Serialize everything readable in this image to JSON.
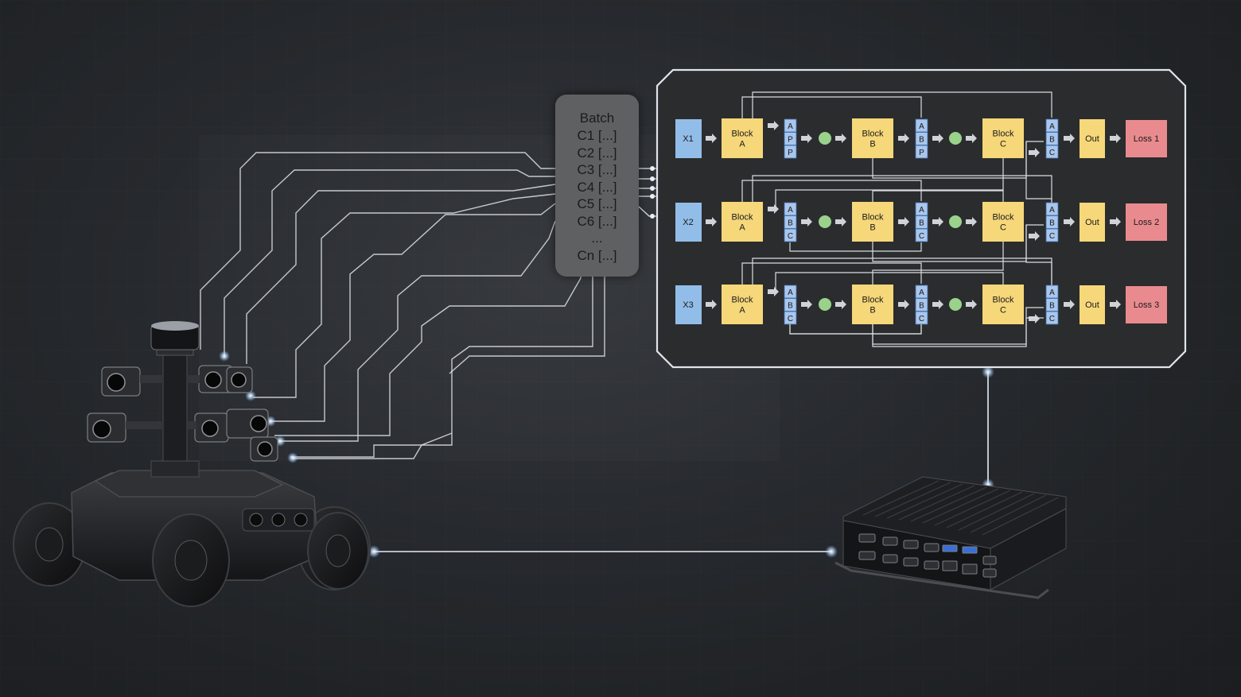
{
  "batch": {
    "title": "Batch",
    "rows": [
      "C1 [...]",
      "C2 [...]",
      "C3 [...]",
      "C4 [...]",
      "C5 [...]",
      "C6 [...]",
      "...",
      "Cn [...]"
    ]
  },
  "network": {
    "rows": [
      {
        "input": "X1",
        "blocks": [
          "Block\nA",
          "Block\nB",
          "Block\nC"
        ],
        "concat1": [
          "A",
          "P",
          "P"
        ],
        "concat2": [
          "A",
          "B",
          "P"
        ],
        "concat3": [
          "A",
          "B",
          "C"
        ],
        "out": "Out",
        "loss": "Loss 1"
      },
      {
        "input": "X2",
        "blocks": [
          "Block\nA",
          "Block\nB",
          "Block\nC"
        ],
        "concat1": [
          "A",
          "B",
          "C"
        ],
        "concat2": [
          "A",
          "B",
          "C"
        ],
        "concat3": [
          "A",
          "B",
          "C"
        ],
        "out": "Out",
        "loss": "Loss 2"
      },
      {
        "input": "X3",
        "blocks": [
          "Block\nA",
          "Block\nB",
          "Block\nC"
        ],
        "concat1": [
          "A",
          "B",
          "C"
        ],
        "concat2": [
          "A",
          "B",
          "C"
        ],
        "concat3": [
          "A",
          "B",
          "C"
        ],
        "out": "Out",
        "loss": "Loss 3"
      }
    ]
  },
  "colors": {
    "input": "#92bde8",
    "block": "#f6d77a",
    "concat": "#a9c6ec",
    "node": "#9ad28c",
    "out": "#f6d77a",
    "loss": "#e98b8e",
    "wire": "#d8dde2",
    "panel_bg": "#2a2b2d"
  }
}
